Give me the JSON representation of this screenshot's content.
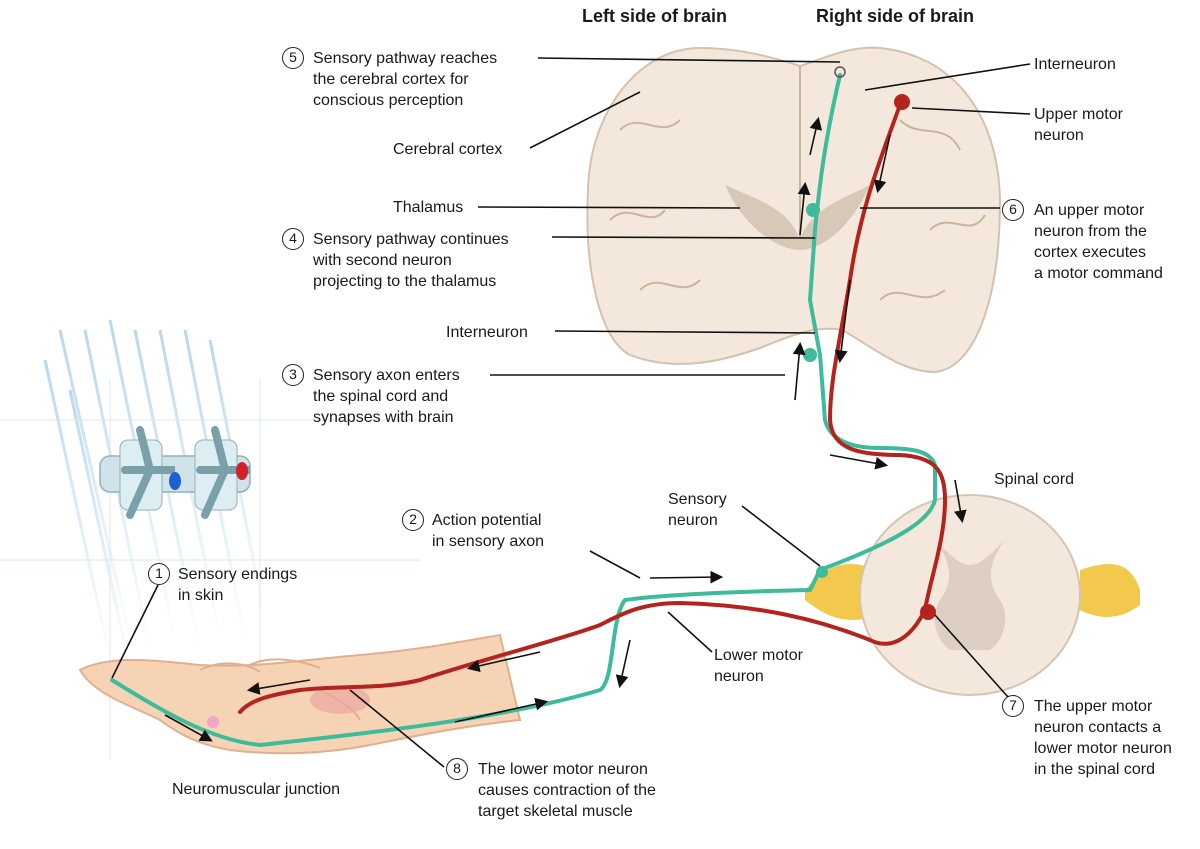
{
  "headers": {
    "left": "Left side of brain",
    "right": "Right side of brain"
  },
  "steps": [
    {
      "num": "1",
      "text": "Sensory endings\nin skin"
    },
    {
      "num": "2",
      "text": "Action potential\nin sensory axon"
    },
    {
      "num": "3",
      "text": "Sensory axon enters\nthe spinal cord and\nsynapses with brain"
    },
    {
      "num": "4",
      "text": "Sensory pathway continues\nwith second neuron\nprojecting to the thalamus"
    },
    {
      "num": "5",
      "text": "Sensory pathway reaches\nthe cerebral cortex for\nconscious perception"
    },
    {
      "num": "6",
      "text": "An upper motor\nneuron from the\ncortex executes\na motor command"
    },
    {
      "num": "7",
      "text": "The upper motor\nneuron contacts a\nlower motor neuron\nin the spinal cord"
    },
    {
      "num": "8",
      "text": "The  lower motor neuron\ncauses contraction of the\ntarget skeletal muscle"
    }
  ],
  "labels": {
    "cerebral_cortex": "Cerebral cortex",
    "thalamus": "Thalamus",
    "interneuron_left": "Interneuron",
    "interneuron_right": "Interneuron",
    "upper_motor_neuron": "Upper motor\nneuron",
    "spinal_cord": "Spinal cord",
    "sensory_neuron": "Sensory\nneuron",
    "lower_motor_neuron": "Lower motor\nneuron",
    "neuromuscular_junction": "Neuromuscular junction"
  },
  "colors": {
    "sensory": "#3dbb9a",
    "motor": "#b5231f",
    "brain": "#f4e8dc",
    "spinal_ganglion": "#f2c94c",
    "skin": "#f7d3b5",
    "cold_tap": "#1f5fd6",
    "hot_tap": "#d21f2b"
  }
}
